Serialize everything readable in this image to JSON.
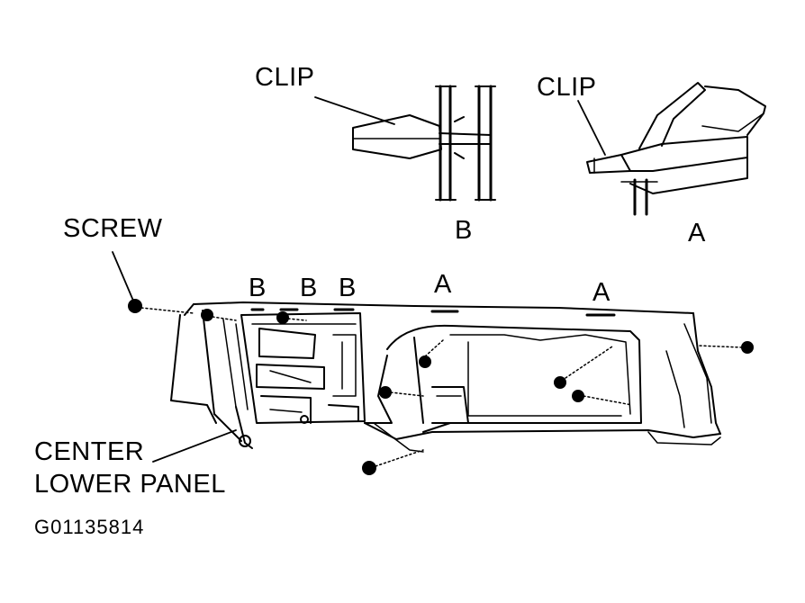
{
  "labels": {
    "clip_b": "CLIP",
    "clip_a": "CLIP",
    "detail_b": "B",
    "detail_a": "A",
    "screw": "SCREW",
    "panel_b1": "B",
    "panel_b2": "B",
    "panel_b3": "B",
    "panel_a1": "A",
    "panel_a2": "A",
    "center_lower_panel_line1": "CENTER",
    "center_lower_panel_line2": "LOWER PANEL",
    "figure_id": "G01135814"
  },
  "colors": {
    "ink": "#000000",
    "paper": "#ffffff"
  }
}
